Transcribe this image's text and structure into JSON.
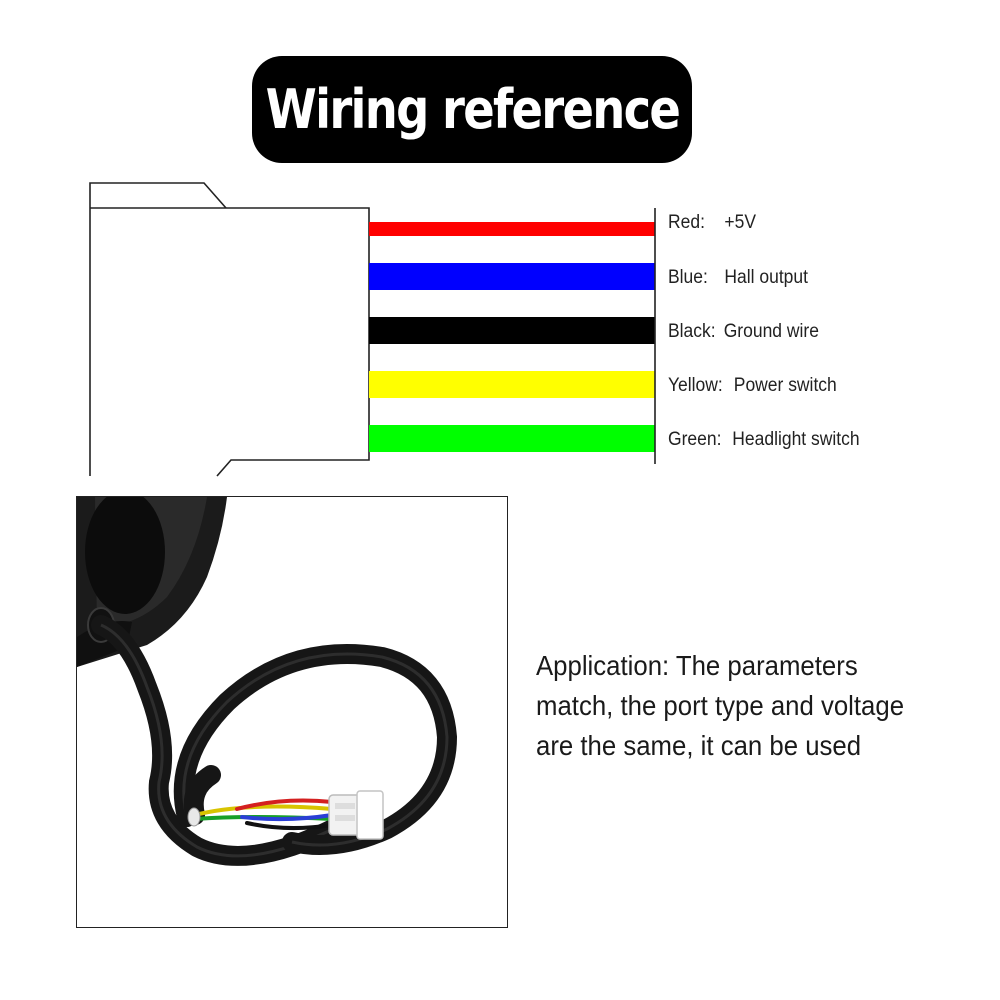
{
  "title": "Wiring reference",
  "wires": [
    {
      "name": "Red:",
      "function": "+5V",
      "color": "#ff0000"
    },
    {
      "name": "Blue:",
      "function": "Hall output",
      "color": "#0000ff"
    },
    {
      "name": "Black:",
      "function": "Ground wire",
      "color": "#000000"
    },
    {
      "name": "Yellow:",
      "function": "Power switch",
      "color": "#ffff00"
    },
    {
      "name": "Green:",
      "function": "Headlight switch",
      "color": "#00ff00"
    }
  ],
  "application": "Application: The parameters match, the port type and voltage are the same, it can be used"
}
